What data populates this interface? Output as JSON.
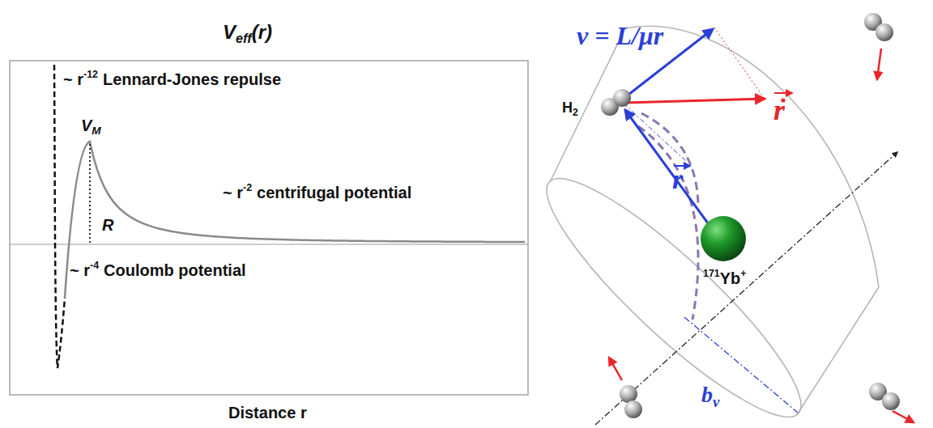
{
  "diagram": {
    "labels": [
      "V",
      "eff",
      "(r)",
      "~ r",
      "-12",
      "Lennard-Jones repulse",
      "V",
      "M",
      "~ r",
      "-2",
      "centrifugal potential",
      "R",
      "~ r",
      "-4",
      "Coulomb potential",
      "Distance r",
      "v = L/μr",
      "H",
      "2",
      "r",
      "r",
      "171",
      "Yb",
      "+",
      "b",
      "v"
    ]
  }
}
